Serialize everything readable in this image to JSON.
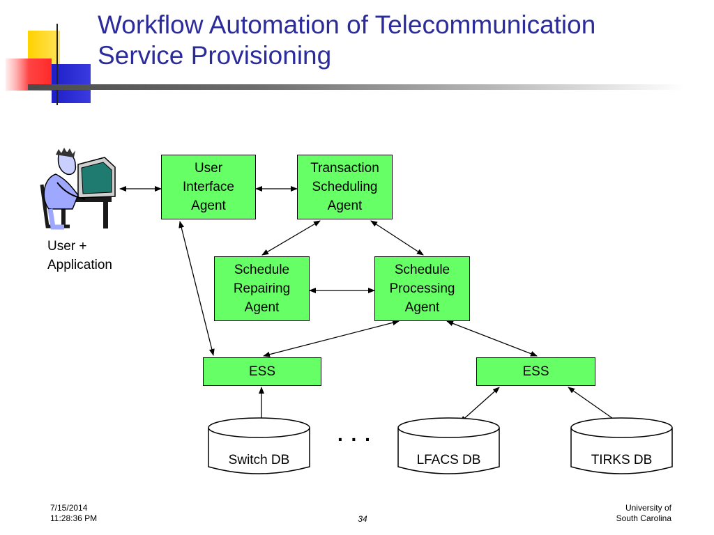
{
  "slide": {
    "title_lines": [
      "Workflow Automation of Telecommunication",
      "Service Provisioning"
    ]
  },
  "diagram": {
    "user_caption": [
      "User +",
      "Application"
    ],
    "agents": {
      "ui": [
        "User",
        "Interface",
        "Agent"
      ],
      "tsa": [
        "Transaction",
        "Scheduling",
        "Agent"
      ],
      "sra": [
        "Schedule",
        "Repairing",
        "Agent"
      ],
      "spa": [
        "Schedule",
        "Processing",
        "Agent"
      ]
    },
    "ess_left": "ESS",
    "ess_right": "ESS",
    "databases": {
      "switch": "Switch DB",
      "lfacs": "LFACS DB",
      "tirks": "TIRKS DB"
    },
    "ellipsis": ". . ."
  },
  "footer": {
    "date": "7/15/2014",
    "time": "11:28:36 PM",
    "page": "34",
    "org_line1": "University of",
    "org_line2": "South Carolina"
  },
  "colors": {
    "title": "#2b2b9b",
    "box_fill": "#66ff66",
    "logo_yellow": "#ffd200",
    "logo_red": "#ff3b3b",
    "logo_blue": "#2222cc"
  }
}
